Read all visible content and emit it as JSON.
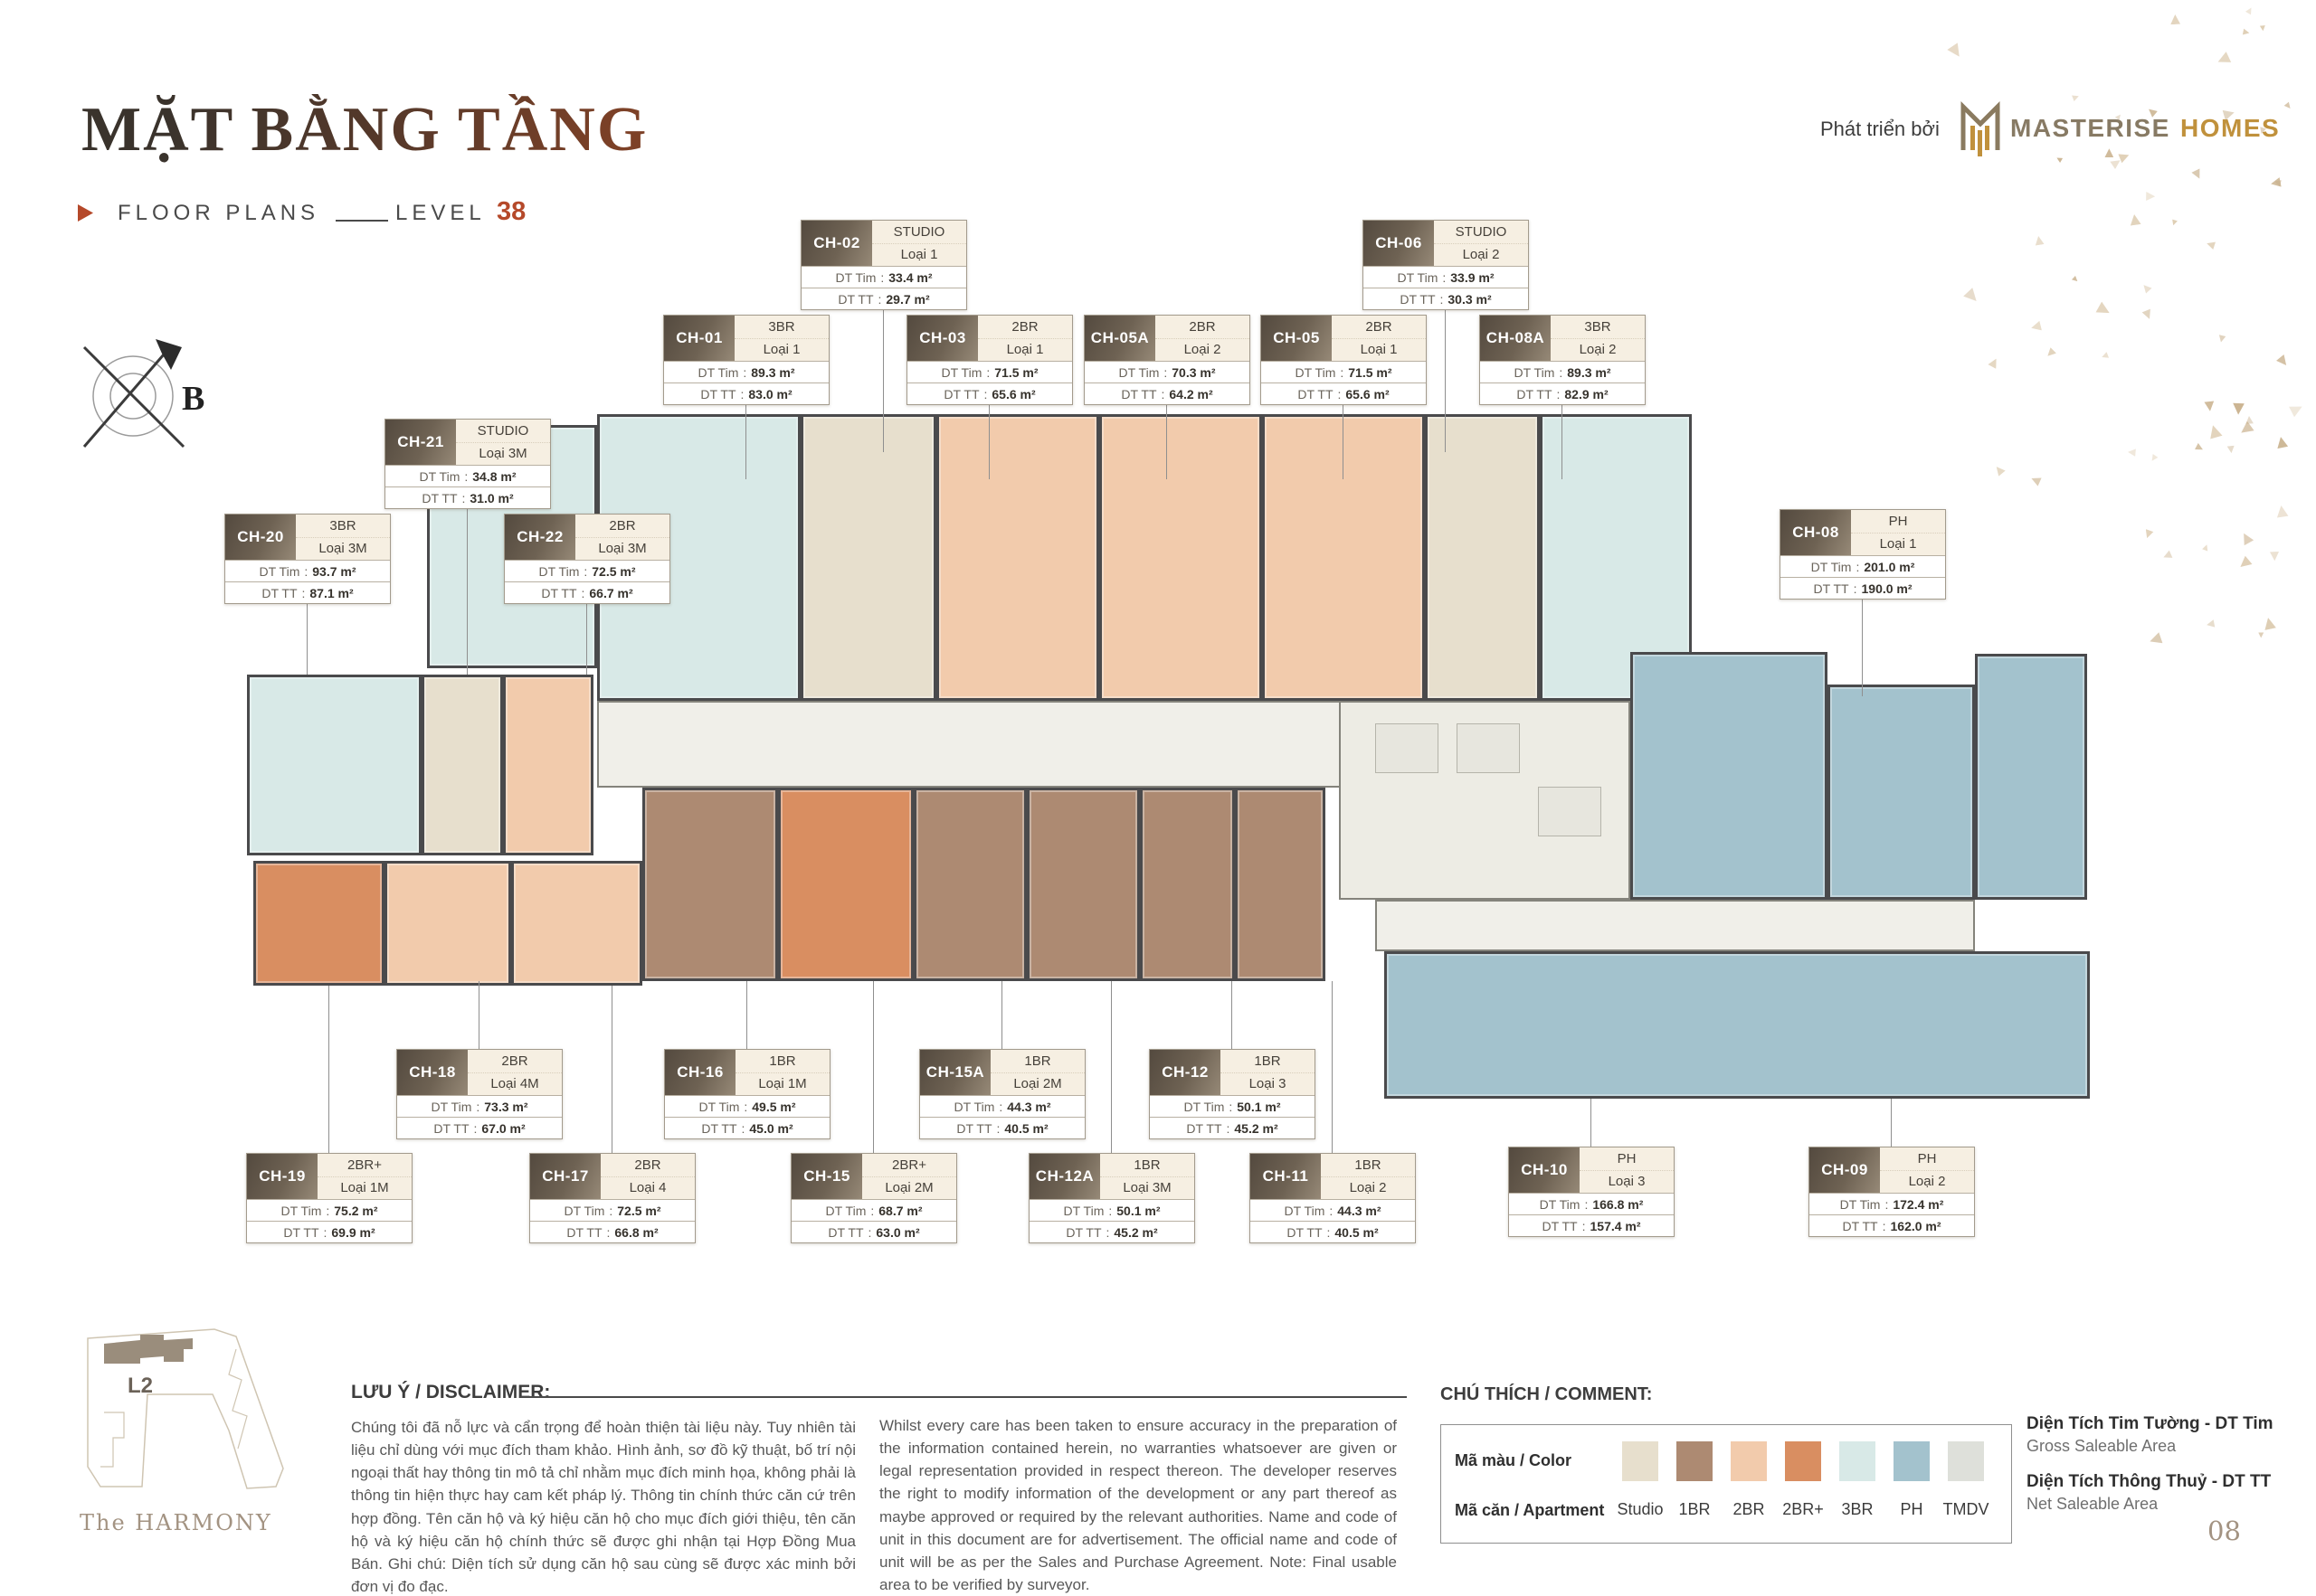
{
  "header": {
    "title": "MẶT BẰNG TẦNG",
    "subtitle_left": "FLOOR PLANS",
    "subtitle_level_label": "LEVEL",
    "level_number": "38",
    "developer_prefix": "Phát triển bởi",
    "brand_name_1": "MASTERISE",
    "brand_name_2": "HOMES"
  },
  "compass": {
    "north_label": "B"
  },
  "labels": {
    "dt_tim": "DT Tim",
    "dt_tt": "DT TT"
  },
  "units": [
    {
      "code": "CH-01",
      "type": "3BR",
      "variant": "Loại 1",
      "dt_tim": "89.3 m²",
      "dt_tt": "83.0 m²"
    },
    {
      "code": "CH-02",
      "type": "STUDIO",
      "variant": "Loại 1",
      "dt_tim": "33.4 m²",
      "dt_tt": "29.7 m²"
    },
    {
      "code": "CH-03",
      "type": "2BR",
      "variant": "Loại 1",
      "dt_tim": "71.5 m²",
      "dt_tt": "65.6 m²"
    },
    {
      "code": "CH-05A",
      "type": "2BR",
      "variant": "Loại 2",
      "dt_tim": "70.3 m²",
      "dt_tt": "64.2 m²"
    },
    {
      "code": "CH-05",
      "type": "2BR",
      "variant": "Loại 1",
      "dt_tim": "71.5 m²",
      "dt_tt": "65.6 m²"
    },
    {
      "code": "CH-06",
      "type": "STUDIO",
      "variant": "Loại 2",
      "dt_tim": "33.9 m²",
      "dt_tt": "30.3 m²"
    },
    {
      "code": "CH-08A",
      "type": "3BR",
      "variant": "Loại 2",
      "dt_tim": "89.3 m²",
      "dt_tt": "82.9 m²"
    },
    {
      "code": "CH-08",
      "type": "PH",
      "variant": "Loại 1",
      "dt_tim": "201.0 m²",
      "dt_tt": "190.0 m²"
    },
    {
      "code": "CH-21",
      "type": "STUDIO",
      "variant": "Loại 3M",
      "dt_tim": "34.8 m²",
      "dt_tt": "31.0 m²"
    },
    {
      "code": "CH-20",
      "type": "3BR",
      "variant": "Loại 3M",
      "dt_tim": "93.7 m²",
      "dt_tt": "87.1 m²"
    },
    {
      "code": "CH-22",
      "type": "2BR",
      "variant": "Loại 3M",
      "dt_tim": "72.5 m²",
      "dt_tt": "66.7 m²"
    },
    {
      "code": "CH-18",
      "type": "2BR",
      "variant": "Loại 4M",
      "dt_tim": "73.3 m²",
      "dt_tt": "67.0 m²"
    },
    {
      "code": "CH-16",
      "type": "1BR",
      "variant": "Loại 1M",
      "dt_tim": "49.5 m²",
      "dt_tt": "45.0 m²"
    },
    {
      "code": "CH-15A",
      "type": "1BR",
      "variant": "Loại 2M",
      "dt_tim": "44.3 m²",
      "dt_tt": "40.5 m²"
    },
    {
      "code": "CH-12",
      "type": "1BR",
      "variant": "Loại 3",
      "dt_tim": "50.1 m²",
      "dt_tt": "45.2 m²"
    },
    {
      "code": "CH-19",
      "type": "2BR+",
      "variant": "Loại 1M",
      "dt_tim": "75.2 m²",
      "dt_tt": "69.9 m²"
    },
    {
      "code": "CH-17",
      "type": "2BR",
      "variant": "Loại 4",
      "dt_tim": "72.5 m²",
      "dt_tt": "66.8 m²"
    },
    {
      "code": "CH-15",
      "type": "2BR+",
      "variant": "Loại 2M",
      "dt_tim": "68.7 m²",
      "dt_tt": "63.0 m²"
    },
    {
      "code": "CH-12A",
      "type": "1BR",
      "variant": "Loại 3M",
      "dt_tim": "50.1 m²",
      "dt_tt": "45.2 m²"
    },
    {
      "code": "CH-11",
      "type": "1BR",
      "variant": "Loại 2",
      "dt_tim": "44.3 m²",
      "dt_tt": "40.5 m²"
    },
    {
      "code": "CH-10",
      "type": "PH",
      "variant": "Loại 3",
      "dt_tim": "166.8 m²",
      "dt_tt": "157.4 m²"
    },
    {
      "code": "CH-09",
      "type": "PH",
      "variant": "Loại 2",
      "dt_tim": "172.4 m²",
      "dt_tt": "162.0 m²"
    }
  ],
  "legend": {
    "heading": "CHÚ THÍCH / COMMENT:",
    "row1_label": "Mã màu / Color",
    "row2_label": "Mã căn / Apartment",
    "items": [
      {
        "label": "Studio",
        "color": "#e7dfcd"
      },
      {
        "label": "1BR",
        "color": "#ad8a72"
      },
      {
        "label": "2BR",
        "color": "#f2cbac"
      },
      {
        "label": "2BR+",
        "color": "#d98e61"
      },
      {
        "label": "3BR",
        "color": "#d8e9e7"
      },
      {
        "label": "PH",
        "color": "#a3c2cd"
      },
      {
        "label": "TMDV",
        "color": "#dee0da"
      }
    ]
  },
  "area_definitions": [
    {
      "vi": "Diện Tích Tim Tường - DT Tim",
      "en": "Gross Saleable Area"
    },
    {
      "vi": "Diện Tích Thông Thuỷ - DT TT",
      "en": "Net Saleable Area"
    }
  ],
  "disclaimer": {
    "heading": "LƯU Ý / DISCLAIMER:",
    "vi": "Chúng tôi đã nỗ lực và cẩn trọng để hoàn thiện tài liệu này. Tuy nhiên tài liệu chỉ dùng với mục đích tham khảo. Hình ảnh, sơ đồ kỹ thuật, bố trí nội ngoại thất hay thông tin mô tả chỉ nhằm mục đích minh họa, không phải là thông tin hiện thực hay cam kết pháp lý. Thông tin chính thức căn cứ trên hợp đồng. Tên căn hộ và ký hiệu căn hộ cho mục đích giới thiệu, tên căn hộ và ký hiệu căn hộ chính thức sẽ được ghi nhận tại Hợp Đồng Mua Bán. Ghi chú: Diện tích sử dụng căn hộ sau cùng sẽ được xác minh bởi đơn vị đo đạc.",
    "en": "Whilst every care has been taken to ensure accuracy in the preparation of the information contained herein, no warranties whatsoever are given or legal representation provided in respect thereon. The developer reserves the right to modify information of the development or any part thereof as maybe approved or required by the relevant authorities. Name and code of unit in this document are for advertisement. The official name and code of unit will be as per the Sales and Purchase Agreement. Note: Final usable area to be verified by surveyor."
  },
  "sitemap": {
    "building_label": "L2",
    "project_name": "The HARMONY"
  },
  "page_number": "08",
  "colors": {
    "accent": "#b5492a",
    "wall": "#4a4a4c",
    "corridor": "#f0efe9",
    "core": "#edece4",
    "leader": "#8f8f8f",
    "triangle_light": "#dccaae",
    "triangle_dark": "#c9b18d"
  }
}
